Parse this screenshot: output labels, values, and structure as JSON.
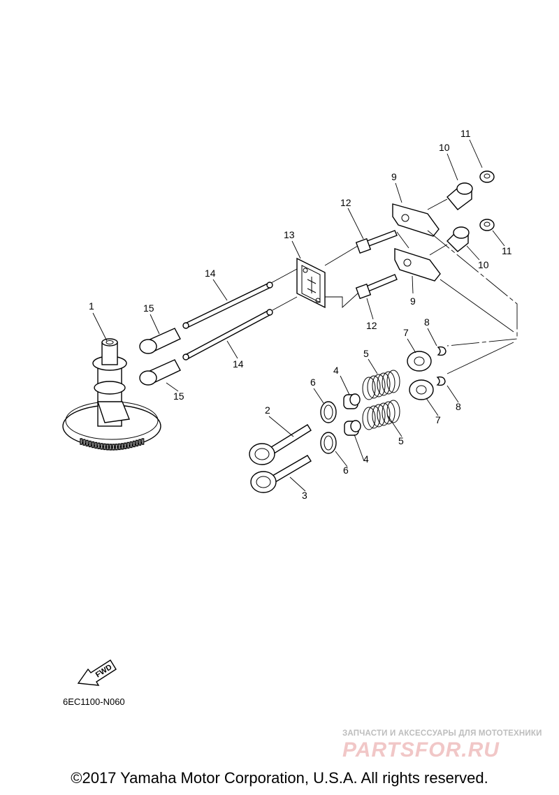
{
  "labels": [
    "1",
    "2",
    "3",
    "4",
    "4",
    "5",
    "5",
    "6",
    "6",
    "7",
    "7",
    "8",
    "8",
    "9",
    "9",
    "10",
    "10",
    "11",
    "11",
    "12",
    "12",
    "13",
    "14",
    "14",
    "15",
    "15"
  ],
  "fwd_label": "FWD",
  "diagram_code": "6EC1100-N060",
  "watermark": {
    "tagline": "ЗАПЧАСТИ И АКСЕССУАРЫ ДЛЯ МОТОТЕХНИКИ",
    "logo": "PARTSFOR.RU"
  },
  "copyright": "©2017 Yamaha Motor Corporation, U.S.A. All rights reserved."
}
